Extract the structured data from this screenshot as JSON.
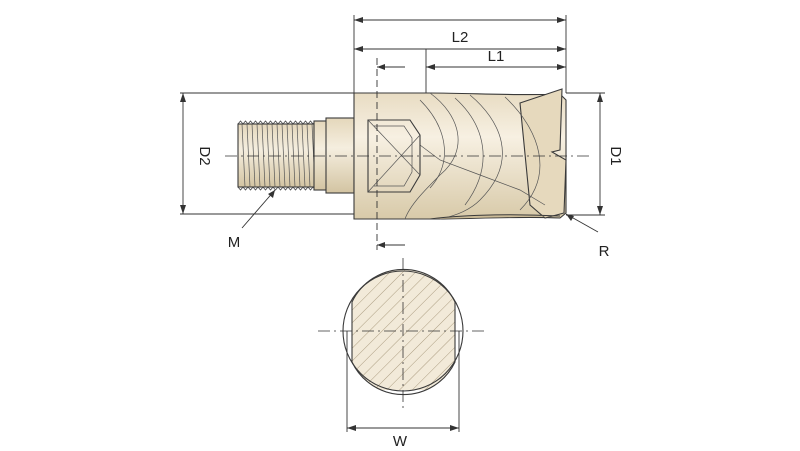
{
  "labels": {
    "l2": "L2",
    "l1": "L1",
    "d2": "D2",
    "d1": "D1",
    "m": "M",
    "r": "R",
    "w": "W"
  },
  "colors": {
    "body_fill": "#f2ead9",
    "body_shade": "#dccfb4",
    "hatch": "#9a8a6a",
    "line": "#333333"
  }
}
